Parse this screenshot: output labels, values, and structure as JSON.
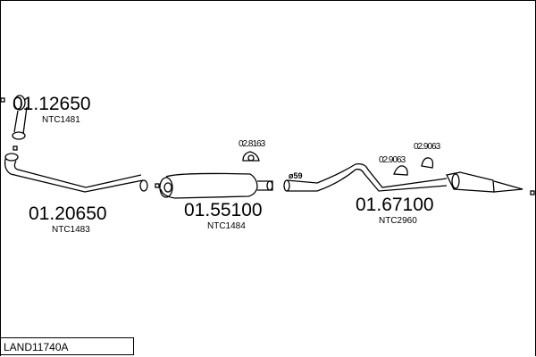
{
  "diagram_id": "LAND11740A",
  "parts": [
    {
      "number": "01.12650",
      "ref": "NTC1481"
    },
    {
      "number": "01.20650",
      "ref": "NTC1483"
    },
    {
      "number": "01.55100",
      "ref": "NTC1484"
    },
    {
      "number": "01.67100",
      "ref": "NTC2960"
    }
  ],
  "mounts": [
    "02.8163",
    "02.9063",
    "02.9063"
  ],
  "diameter_label": "ø59"
}
